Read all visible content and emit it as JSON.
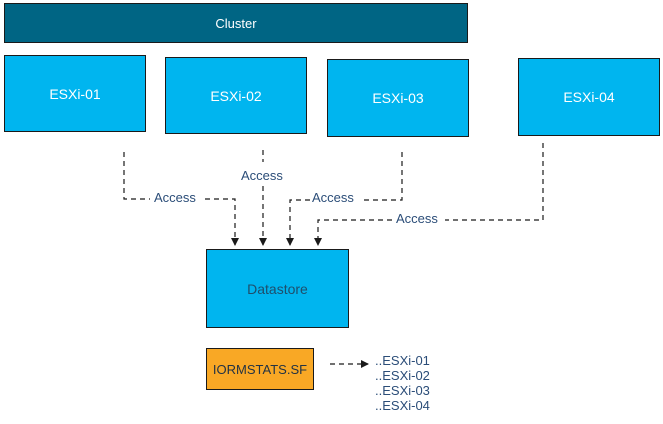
{
  "cluster": {
    "label": "Cluster"
  },
  "hosts": [
    {
      "label": "ESXi-01"
    },
    {
      "label": "ESXi-02"
    },
    {
      "label": "ESXi-03"
    },
    {
      "label": "ESXi-04"
    }
  ],
  "datastore": {
    "label": "Datastore"
  },
  "access_labels": [
    "Access",
    "Access",
    "Access",
    "Access"
  ],
  "stats_file": {
    "label": "IORMSTATS.SF",
    "entries": [
      "..ESXi-01",
      "..ESXi-02",
      "..ESXi-03",
      "..ESXi-04"
    ]
  },
  "colors": {
    "cluster_fill": "#006584",
    "host_fill": "#00b5ef",
    "stats_fill": "#f9a825",
    "label_text": "#2b4d78"
  }
}
